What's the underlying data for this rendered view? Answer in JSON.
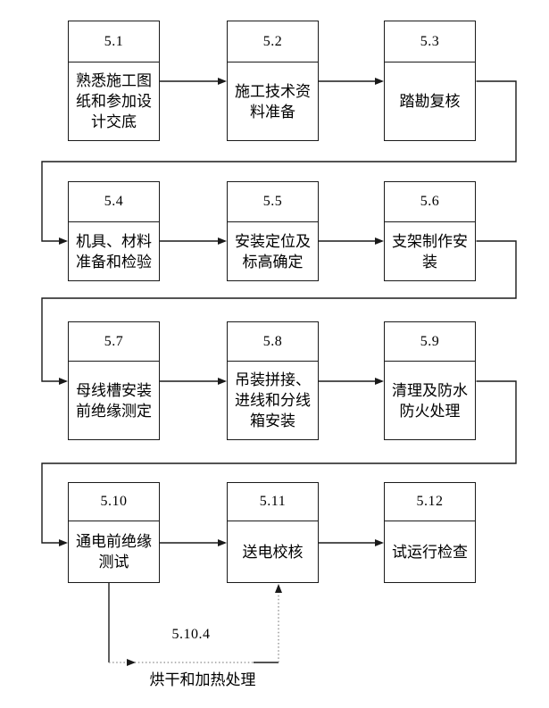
{
  "flowchart": {
    "title_hint": "母线槽安装施工工艺流程图",
    "colors": {
      "background": "#ffffff",
      "line": "#1a1a1a",
      "dotted_line": "#8a8a8a",
      "text": "#000000"
    },
    "boxes": [
      {
        "number": "5.1",
        "label": "熟悉施工图纸和参加设计交底"
      },
      {
        "number": "5.2",
        "label": "施工技术资料准备"
      },
      {
        "number": "5.3",
        "label": "踏勘复核"
      },
      {
        "number": "5.4",
        "label": "机具、材料准备和检验"
      },
      {
        "number": "5.5",
        "label": "安装定位及标高确定"
      },
      {
        "number": "5.6",
        "label": "支架制作安装"
      },
      {
        "number": "5.7",
        "label": "母线槽安装前绝缘测定"
      },
      {
        "number": "5.8",
        "label": "吊装拼接、进线和分线箱安装"
      },
      {
        "number": "5.9",
        "label": "清理及防水防火处理"
      },
      {
        "number": "5.10",
        "label": "通电前绝缘测试"
      },
      {
        "number": "5.11",
        "label": "送电校核"
      },
      {
        "number": "5.12",
        "label": "试运行检查"
      }
    ],
    "branch": {
      "number": "5.10.4",
      "label": "烘干和加热处理"
    }
  }
}
